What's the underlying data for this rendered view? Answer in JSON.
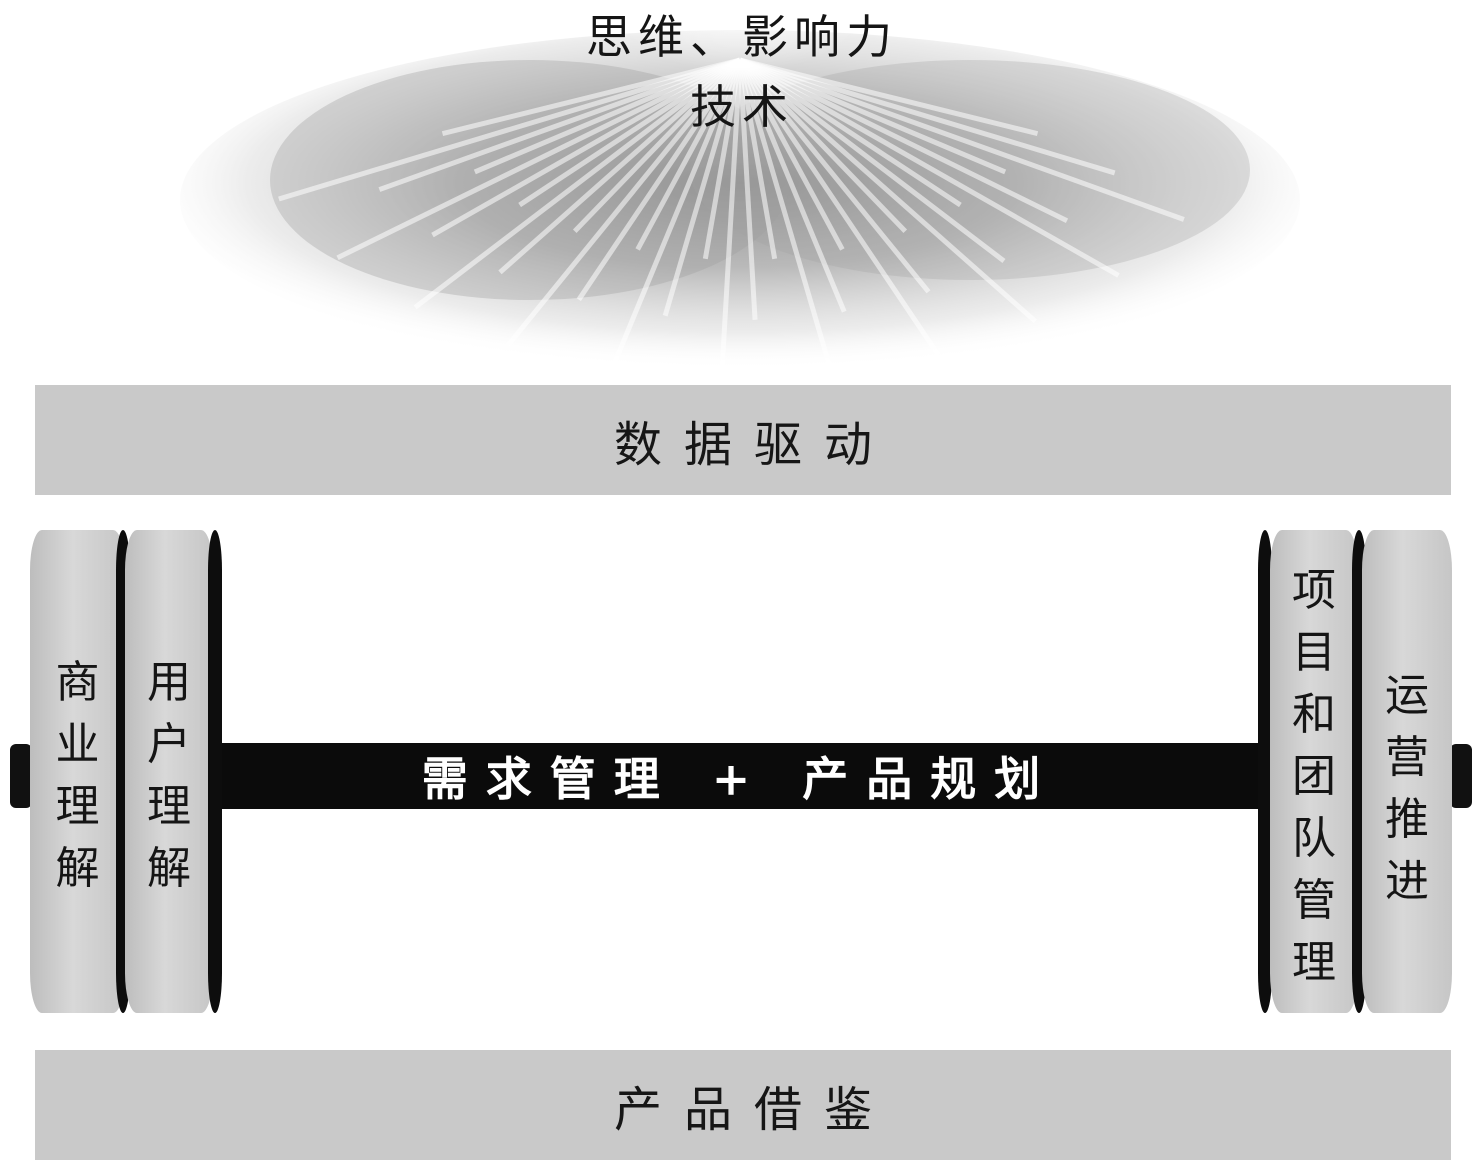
{
  "top": {
    "line1": "思维、影响力",
    "line2": "技术"
  },
  "data_driven": "数据驱动",
  "axle_label": "需求管理 + 产品规划",
  "left_plates": {
    "outer": [
      "商",
      "业",
      "理",
      "解"
    ],
    "inner": [
      "用",
      "户",
      "理",
      "解"
    ]
  },
  "right_plates": {
    "inner": [
      "项",
      "目",
      "和",
      "团",
      "队",
      "管",
      "理"
    ],
    "outer": [
      "运",
      "营",
      "推",
      "进"
    ]
  },
  "product_reference": "产品借鉴"
}
